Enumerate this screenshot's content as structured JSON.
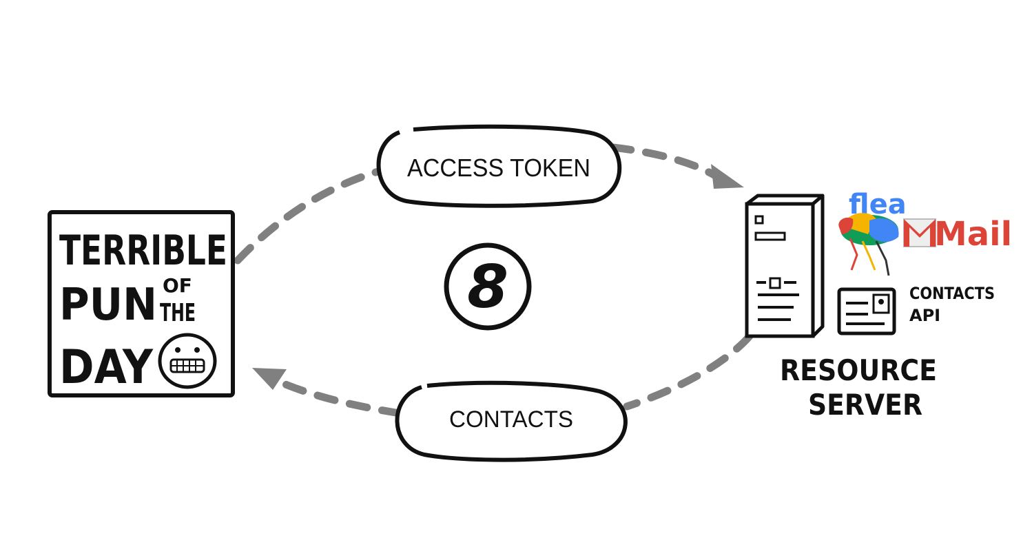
{
  "app": {
    "title_lines": [
      "TERRIBLE",
      "PUN",
      "DAY"
    ],
    "title_small": [
      "OF",
      "THE"
    ]
  },
  "step_number": "8",
  "request_label": "ACCESS TOKEN",
  "response_label": "CONTACTS",
  "server": {
    "label_lines": [
      "RESOURCE",
      "SERVER"
    ],
    "brand_flea": "flea",
    "brand_mail": "Mail",
    "api_lines": [
      "CONTACTS",
      "API"
    ]
  },
  "colors": {
    "ink": "#111111",
    "arrow": "#808080",
    "mail_red": "#db4437",
    "mail_yellow": "#f4b400",
    "mail_green": "#0f9d58",
    "mail_blue": "#4285f4"
  }
}
